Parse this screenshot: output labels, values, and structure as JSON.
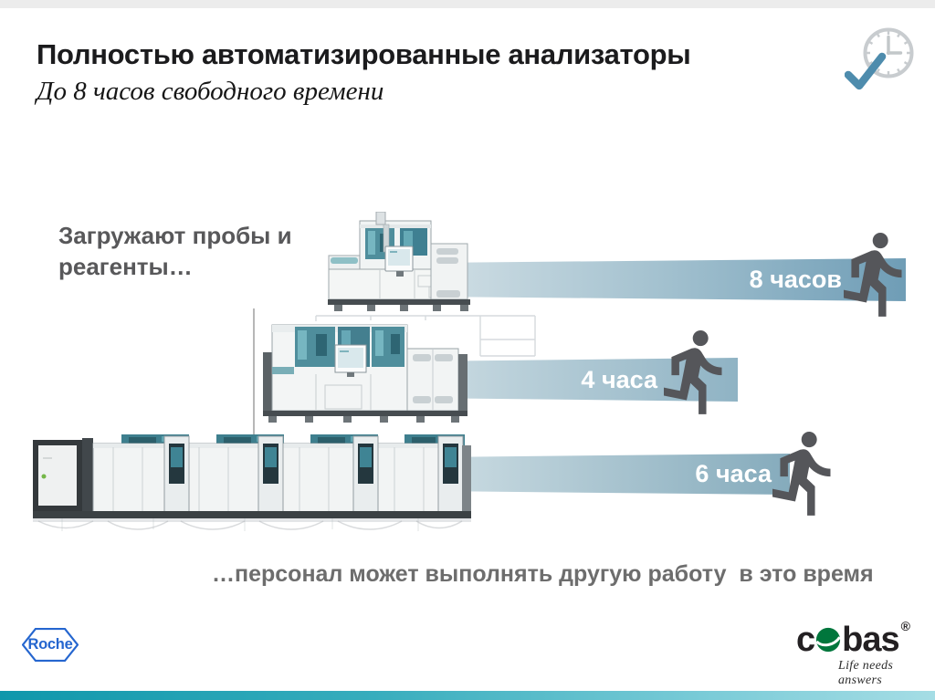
{
  "slide": {
    "title": "Полностью автоматизированные анализаторы",
    "subtitle": "До 8 часов свободного времени",
    "caption_left": "Загружают пробы и реагенты…",
    "caption_bottom": "…персонал может выполнять другую работу  в это время"
  },
  "timeline": {
    "bars": [
      {
        "label": "8 часов"
      },
      {
        "label": "4 часа"
      },
      {
        "label": "6 часа"
      }
    ]
  },
  "footer": {
    "roche": "Roche",
    "cobas_part1": "c",
    "cobas_part2": "bas",
    "cobas_registered": "®",
    "cobas_tagline": "Life needs answers"
  },
  "icons": {
    "clock": "clock-with-checkmark",
    "walker": "walking-person"
  },
  "colors": {
    "bar_gradient_start": "#cbdbe2",
    "bar_gradient_end": "#6f9db6",
    "walker_gray": "#55565a",
    "check_blue": "#4e8cad",
    "roche_blue": "#2566cf",
    "cobas_green": "#00763c",
    "footer_teal": "#37adbd",
    "machine_window_teal": "#4f8e9c"
  }
}
